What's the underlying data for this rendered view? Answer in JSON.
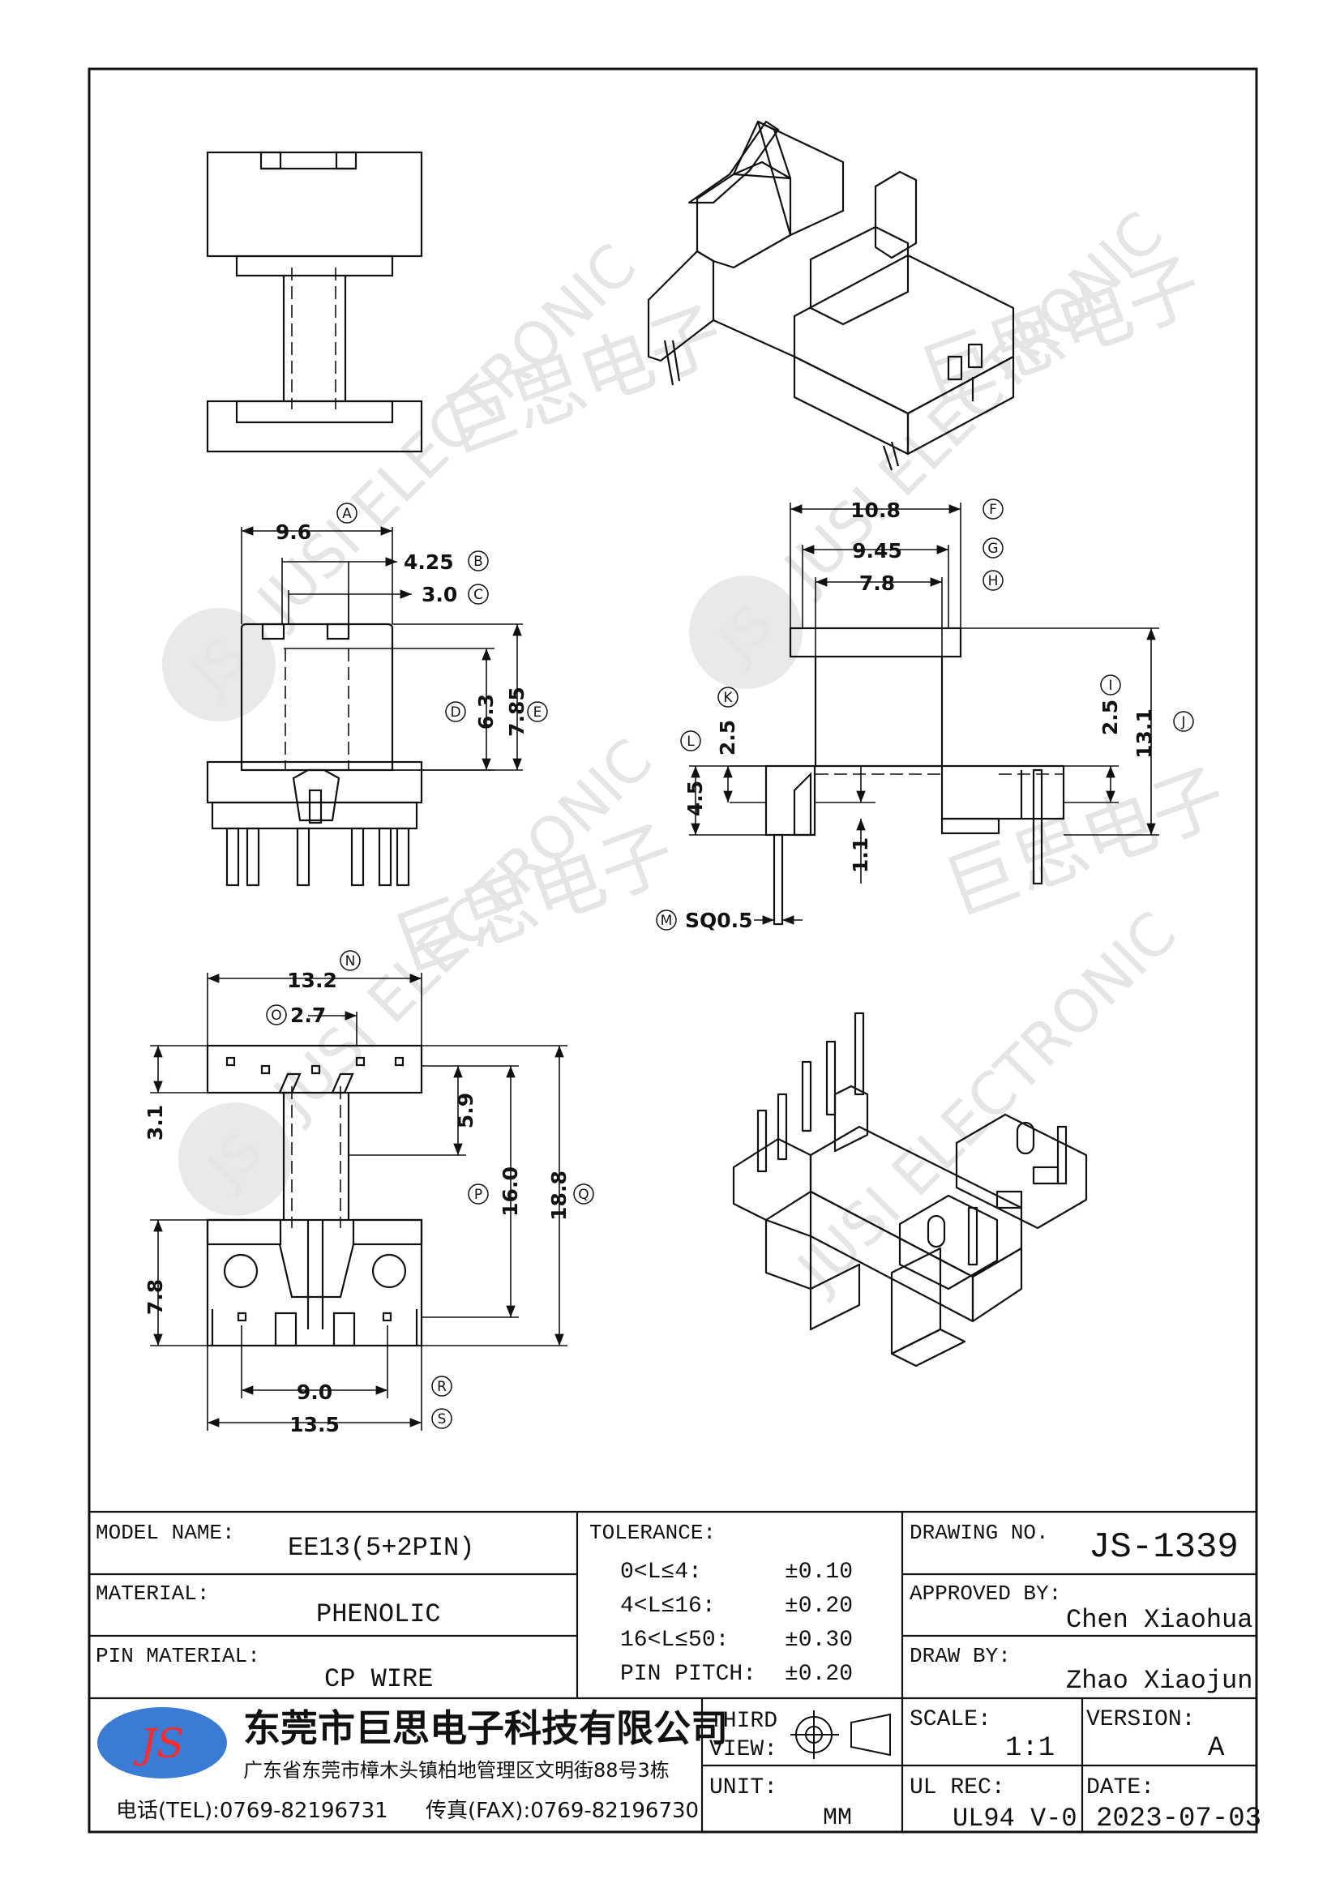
{
  "watermark": {
    "text": "JUSI ELECTRONIC",
    "badge": "JS",
    "cn_mark": "巨思电子"
  },
  "dims": {
    "A": {
      "value": "9.6",
      "letter": "A"
    },
    "B": {
      "value": "4.25",
      "letter": "B"
    },
    "C": {
      "value": "3.0",
      "letter": "C"
    },
    "D": {
      "value": "6.3",
      "letter": "D"
    },
    "E": {
      "value": "7.85",
      "letter": "E"
    },
    "F": {
      "value": "10.8",
      "letter": "F"
    },
    "G": {
      "value": "9.45",
      "letter": "G"
    },
    "H": {
      "value": "7.8",
      "letter": "H"
    },
    "I": {
      "value": "2.5",
      "letter": "I"
    },
    "J": {
      "value": "13.1",
      "letter": "J"
    },
    "K": {
      "value": "2.5",
      "letter": "K"
    },
    "L": {
      "value": "4.5",
      "letter": "L"
    },
    "gap": {
      "value": "1.1"
    },
    "M": {
      "value": "SQ0.5",
      "letter": "M"
    },
    "N": {
      "value": "13.2",
      "letter": "N"
    },
    "O": {
      "value": "2.7",
      "letter": "O"
    },
    "h31": {
      "value": "3.1"
    },
    "h59": {
      "value": "5.9"
    },
    "P": {
      "value": "16.0",
      "letter": "P"
    },
    "Q": {
      "value": "18.8",
      "letter": "Q"
    },
    "h78": {
      "value": "7.8"
    },
    "R": {
      "value": "9.0",
      "letter": "R"
    },
    "S": {
      "value": "13.5",
      "letter": "S"
    }
  },
  "title_block": {
    "model_label": "MODEL NAME:",
    "model_value": "EE13(5+2PIN)",
    "material_label": "MATERIAL:",
    "material_value": "PHENOLIC",
    "pin_material_label": "PIN MATERIAL:",
    "pin_material_value": "CP WIRE",
    "tolerance_label": "TOLERANCE:",
    "tolerances": [
      {
        "range": "0<L≤4:",
        "value": "±0.10"
      },
      {
        "range": "4<L≤16:",
        "value": "±0.20"
      },
      {
        "range": "16<L≤50:",
        "value": "±0.30"
      },
      {
        "range": "PIN PITCH:",
        "value": "±0.20"
      }
    ],
    "drawing_no_label": "DRAWING NO.",
    "drawing_no": "JS-1339",
    "approved_label": "APPROVED BY:",
    "approved_value": "Chen Xiaohua",
    "draw_label": "DRAW BY:",
    "draw_value": "Zhao Xiaojun",
    "company_logo": "JS",
    "company_name": "东莞市巨思电子科技有限公司",
    "company_address": "广东省东莞市樟木头镇柏地管理区文明街88号3栋",
    "tel": "电话(TEL):0769-82196731",
    "fax": "传真(FAX):0769-82196730",
    "third_view_1": "THIRD",
    "third_view_2": "VIEW:",
    "unit_label": "UNIT:",
    "unit_value": "MM",
    "scale_label": "SCALE:",
    "scale_value": "1:1",
    "version_label": "VERSION:",
    "version_value": "A",
    "ul_label": "UL REC:",
    "ul_value": "UL94 V-0",
    "date_label": "DATE:",
    "date_value": "2023-07-03"
  }
}
